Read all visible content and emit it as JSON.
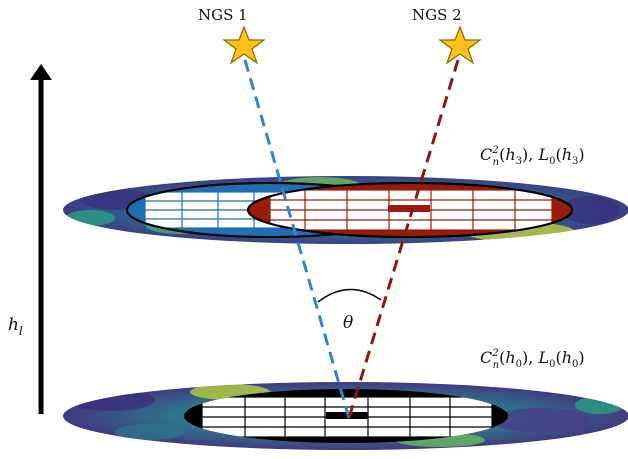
{
  "labels": {
    "star1": "NGS 1",
    "star2": "NGS 2",
    "height_axis": "h",
    "height_axis_sub": "l",
    "angle": "θ",
    "upper_layer": {
      "c": "C",
      "n": "n",
      "two": "2",
      "h": "h",
      "idx": "3",
      "l": "L",
      "zero": "0"
    },
    "lower_layer": {
      "c": "C",
      "n": "n",
      "two": "2",
      "h": "h",
      "idx": "0",
      "l": "L",
      "zero": "0"
    }
  },
  "colors": {
    "star": "#FFC21A",
    "star_outline": "#8A6A00",
    "ngs1_beam": "#2F86C8",
    "ngs2_beam": "#8B1A0E",
    "ngs1_pupil": "#1F6FB4",
    "ngs2_pupil": "#9B1B0A",
    "ground_pupil": "#000000",
    "turbulence_dark": "#3B2A7A",
    "turbulence_mid": "#21918C",
    "turbulence_light": "#C8DD3A"
  }
}
